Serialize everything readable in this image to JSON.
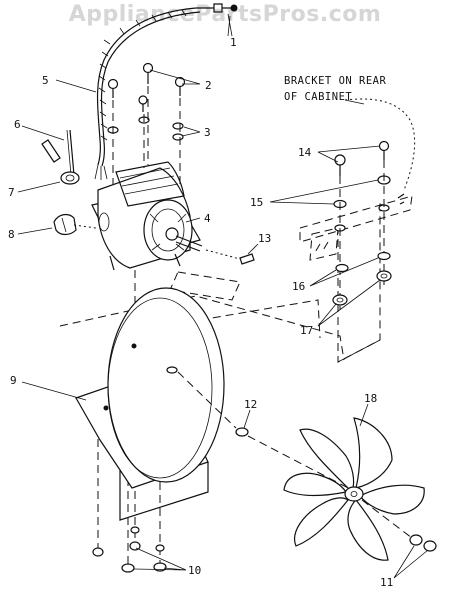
{
  "watermark": "AppliancePartsPros.com",
  "note": {
    "line1": "BRACKET ON REAR",
    "line2": "OF CABINET"
  },
  "callouts": [
    "1",
    "2",
    "3",
    "4",
    "5",
    "6",
    "7",
    "8",
    "9",
    "10",
    "11",
    "12",
    "13",
    "14",
    "15",
    "16",
    "17",
    "18"
  ]
}
